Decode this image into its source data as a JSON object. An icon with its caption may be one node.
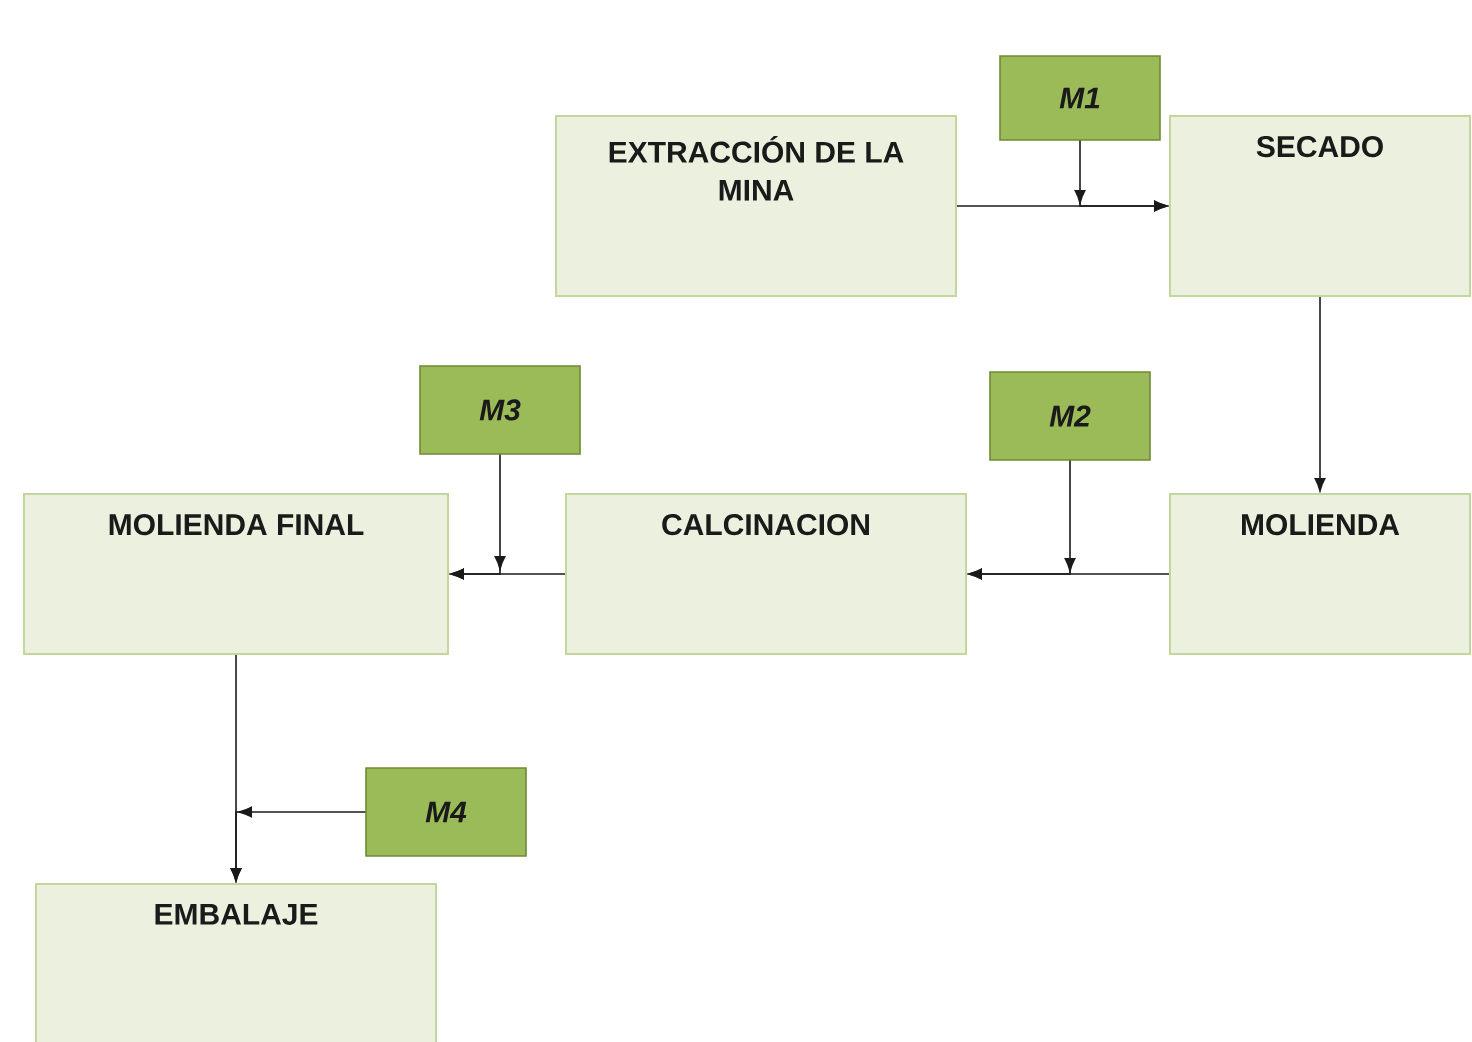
{
  "diagram": {
    "nodes": [
      {
        "text": [
          "EXTRACCIÓN DE LA MINA"
        ]
      },
      {
        "text": [
          "SECADO"
        ]
      },
      {
        "text": [
          "M1"
        ]
      },
      {
        "text": [
          "MOLIENDA"
        ]
      },
      {
        "text": [
          "M2"
        ]
      },
      {
        "text": [
          "CALCINACION"
        ]
      },
      {
        "text": [
          "M3"
        ]
      },
      {
        "text": [
          "MOLIENDA FINAL"
        ]
      },
      {
        "text": [
          "M4"
        ]
      },
      {
        "text": [
          "EMBALAJE"
        ]
      }
    ],
    "edges": [
      {
        "from": 0,
        "to": 1,
        "arrow": "to"
      },
      {
        "from": 2,
        "to": 1,
        "arrow": "to"
      },
      {
        "from": 1,
        "to": 3,
        "arrow": "to"
      },
      {
        "from": 3,
        "to": 5,
        "arrow": "to"
      },
      {
        "from": 4,
        "to": 5,
        "arrow": "to"
      },
      {
        "from": 5,
        "to": 7,
        "arrow": "to"
      },
      {
        "from": 6,
        "to": 7,
        "arrow": "to"
      },
      {
        "from": 7,
        "to": 9,
        "arrow": "to"
      },
      {
        "from": 8,
        "to": 9,
        "arrow": "to"
      }
    ]
  }
}
